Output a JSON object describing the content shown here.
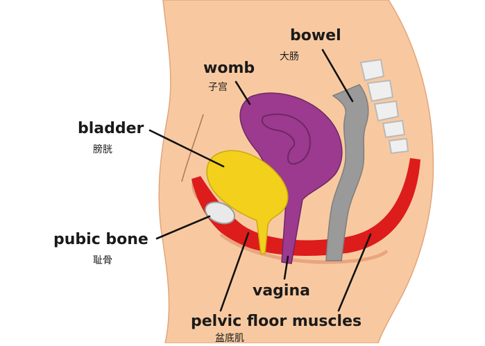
{
  "labels": {
    "bowel": {
      "en": "bowel",
      "zh": "大肠"
    },
    "womb": {
      "en": "womb",
      "zh": "子宫"
    },
    "bladder": {
      "en": "bladder",
      "zh": "膀胱"
    },
    "pubic_bone": {
      "en": "pubic bone",
      "zh": "耻骨"
    },
    "vagina": {
      "en": "vagina"
    },
    "pelvic_floor": {
      "en": "pelvic floor muscles",
      "zh": "盆底肌"
    }
  },
  "colors": {
    "skin": "#f8c9a0",
    "skin_edge": "#e2a47a",
    "bladder": "#f2d01c",
    "womb": "#9b3a8e",
    "bowel": "#9a9a9a",
    "muscle": "#dd1c1c",
    "bone": "#e9e9e9",
    "spine": "#efefef"
  }
}
